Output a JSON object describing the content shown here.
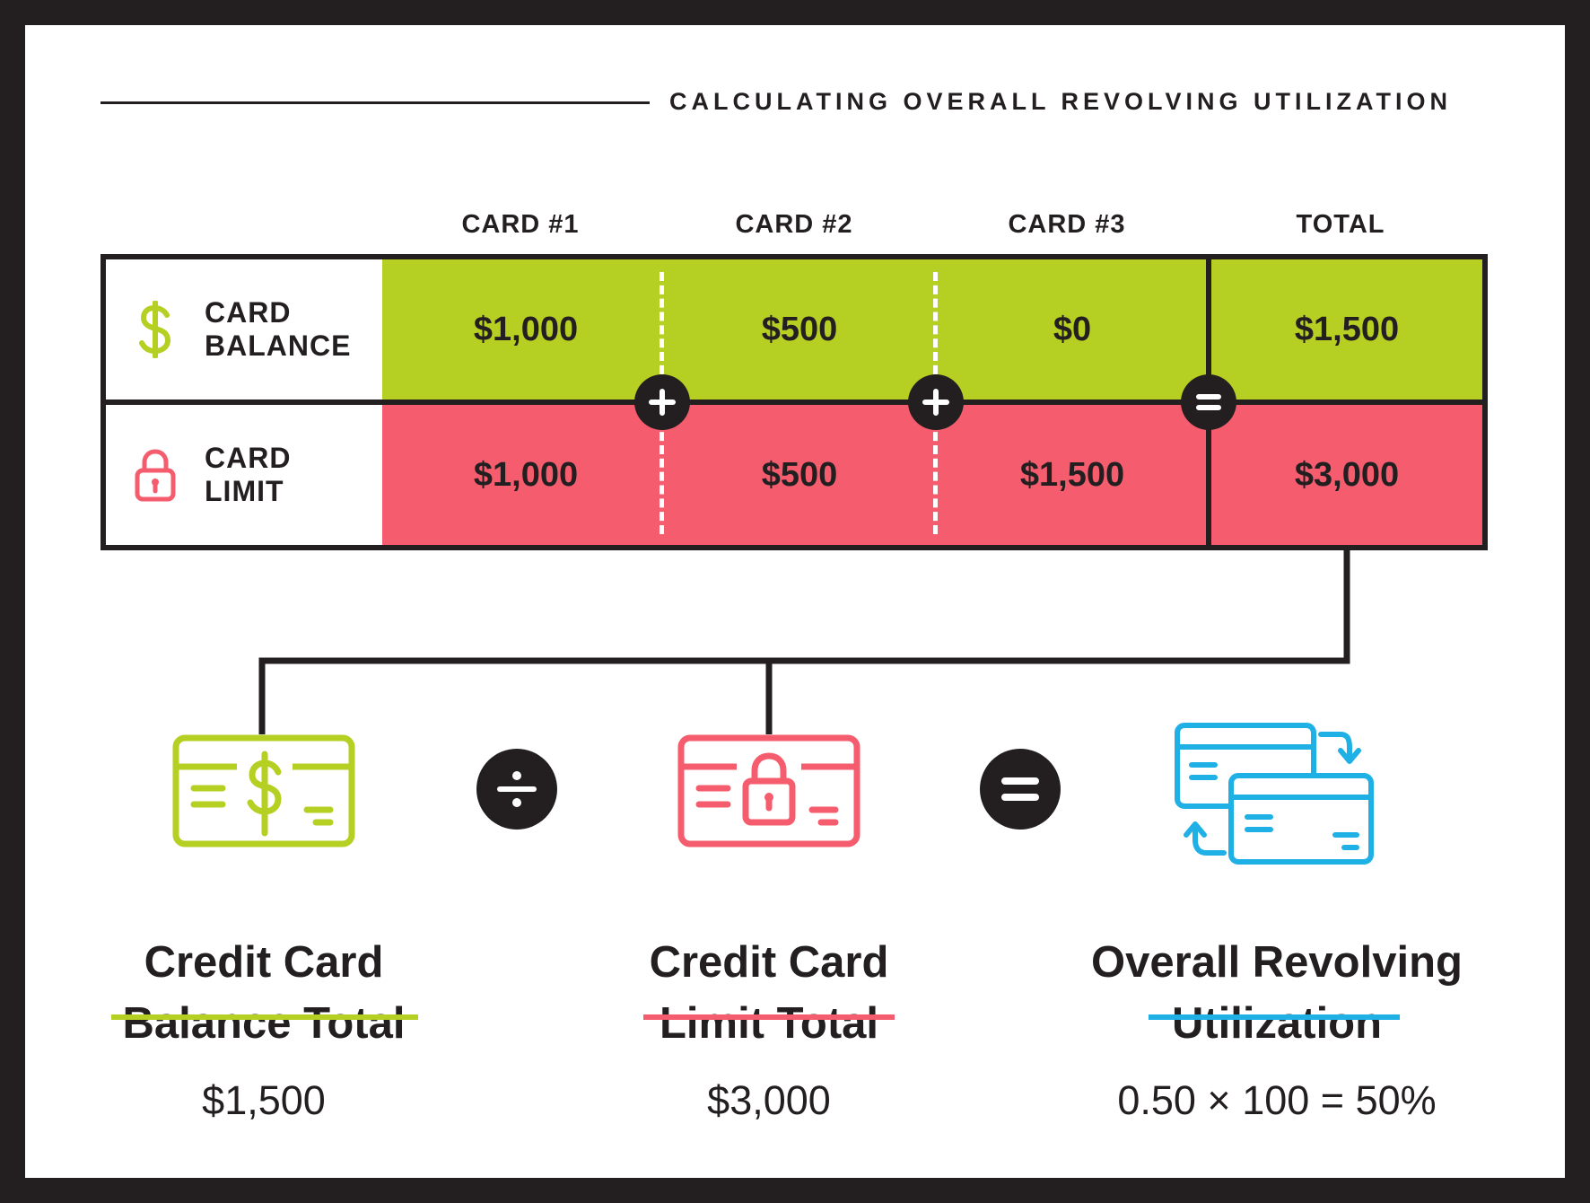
{
  "header": {
    "title": "CALCULATING OVERALL REVOLVING UTILIZATION"
  },
  "columns": [
    "CARD #1",
    "CARD #2",
    "CARD #3",
    "TOTAL"
  ],
  "rows": {
    "balance": {
      "label_line1": "CARD",
      "label_line2": "BALANCE",
      "icon": "dollar-sign-icon",
      "values": [
        "$1,000",
        "$500",
        "$0",
        "$1,500"
      ]
    },
    "limit": {
      "label_line1": "CARD",
      "label_line2": "LIMIT",
      "icon": "padlock-icon",
      "values": [
        "$1,000",
        "$500",
        "$1,500",
        "$3,000"
      ]
    }
  },
  "operators": {
    "plus": "+",
    "equals": "=",
    "divide": "÷"
  },
  "formula": {
    "balance_total": {
      "line1": "Credit Card",
      "line2": "Balance Total",
      "value": "$1,500",
      "icon": "credit-card-dollar-icon"
    },
    "limit_total": {
      "line1": "Credit Card",
      "line2": "Limit Total",
      "value": "$3,000",
      "icon": "credit-card-lock-icon"
    },
    "utilization": {
      "line1": "Overall Revolving",
      "line2": "Utilization",
      "value": "0.50 × 100 = 50%",
      "icon": "cards-transfer-icon"
    }
  },
  "colors": {
    "green": "#b5cf22",
    "red": "#f55d6e",
    "blue": "#1fb0e6",
    "dark": "#231f20"
  }
}
